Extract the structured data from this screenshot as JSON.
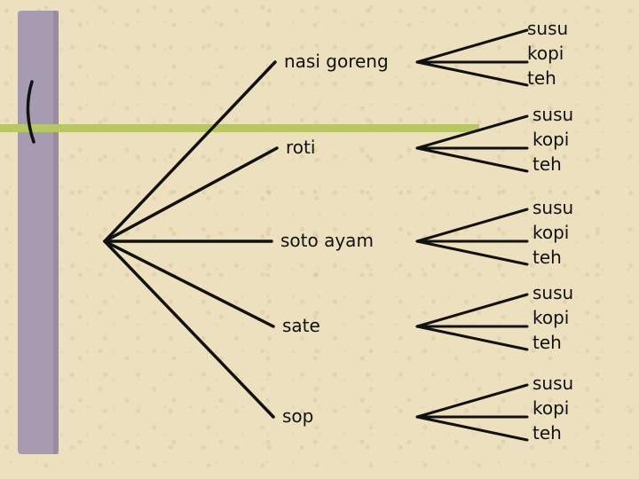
{
  "colors": {
    "background": "#ede0be",
    "side_bar": "#a69bb0",
    "side_bar_edge": "#8d8299",
    "accent_line": "#b7c763",
    "ink": "#111111"
  },
  "tree": {
    "foods": [
      {
        "name": "nasi goreng",
        "drinks": [
          "susu",
          "kopi",
          "teh"
        ]
      },
      {
        "name": "roti",
        "drinks": [
          "susu",
          "kopi",
          "teh"
        ]
      },
      {
        "name": "soto ayam",
        "drinks": [
          "susu",
          "kopi",
          "teh"
        ]
      },
      {
        "name": "sate",
        "drinks": [
          "susu",
          "kopi",
          "teh"
        ]
      },
      {
        "name": "sop",
        "drinks": [
          "susu",
          "kopi",
          "teh"
        ]
      }
    ]
  }
}
